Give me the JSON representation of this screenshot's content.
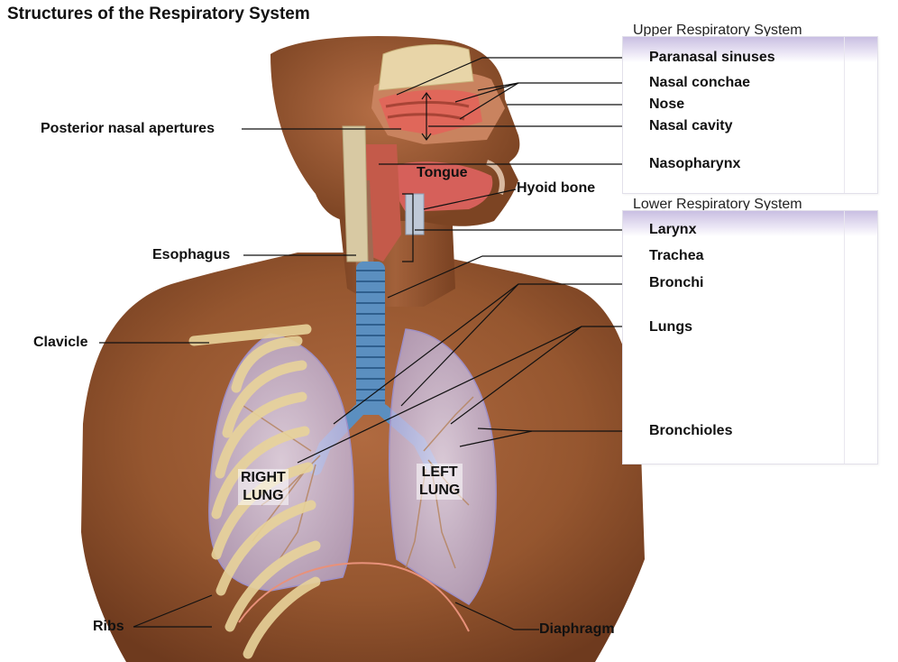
{
  "title": "Structures of the Respiratory System",
  "upper_system": {
    "heading": "Upper Respiratory System",
    "labels": [
      "Paranasal sinuses",
      "Nasal conchae",
      "Nose",
      "Nasal cavity",
      "Nasopharynx"
    ]
  },
  "lower_system": {
    "heading": "Lower Respiratory System",
    "labels": [
      "Larynx",
      "Trachea",
      "Bronchi",
      "Lungs",
      "Bronchioles"
    ]
  },
  "left_labels": {
    "posterior_nasal": "Posterior nasal apertures",
    "esophagus": "Esophagus",
    "clavicle": "Clavicle",
    "ribs": "Ribs"
  },
  "inline_labels": {
    "tongue": "Tongue",
    "hyoid": "Hyoid bone",
    "diaphragm": "Diaphragm",
    "right_lung_1": "RIGHT",
    "right_lung_2": "LUNG",
    "left_lung_1": "LEFT",
    "left_lung_2": "LUNG"
  },
  "colors": {
    "skin": "#a0603a",
    "skin_dark": "#6e3a1e",
    "lung": "#cfc6e6",
    "trachea": "#5b8fc0",
    "rib": "#e8d39a",
    "panel_band": "#c9bfe2"
  }
}
